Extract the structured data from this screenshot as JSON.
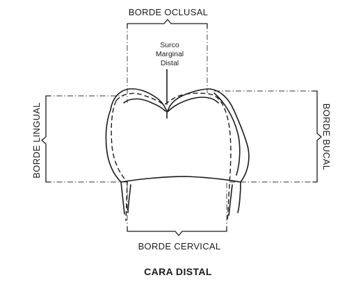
{
  "labels": {
    "occlusal": "BORDE OCLUSAL",
    "cervical": "BORDE CERVICAL",
    "lingual": "BORDE LINGUAL",
    "buccal": "BORDE BUCAL",
    "groove_line1": "Surco",
    "groove_line2": "Marginal",
    "groove_line3": "Distal"
  },
  "title": "CARA DISTAL",
  "colors": {
    "ink": "#1a1a1a",
    "background": "#ffffff"
  }
}
